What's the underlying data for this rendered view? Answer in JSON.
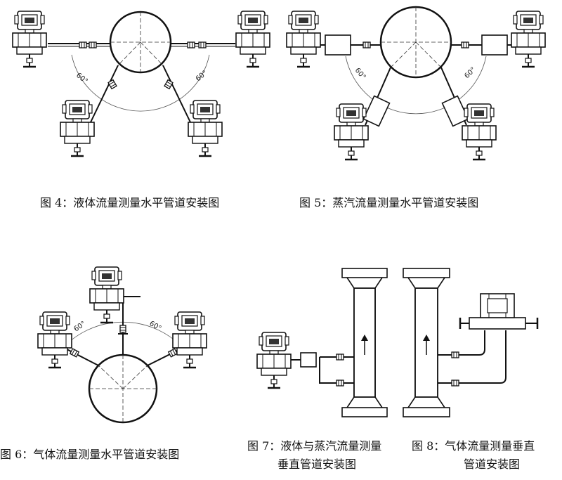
{
  "figures": [
    {
      "id": "fig4",
      "caption": "图 4：液体流量测量水平管道安装图",
      "angles": [
        "60°",
        "60°"
      ]
    },
    {
      "id": "fig5",
      "caption": "图 5：蒸汽流量测量水平管道安装图",
      "angles": [
        "60°",
        "60°"
      ]
    },
    {
      "id": "fig6",
      "caption": "图 6：气体流量测量水平管道安装图",
      "angles": [
        "60°",
        "60°"
      ]
    },
    {
      "id": "fig7",
      "caption_line1": "图 7：液体与蒸汽流量测量",
      "caption_line2": "垂直管道安装图"
    },
    {
      "id": "fig8",
      "caption_line1": "图 8：气体流量测量垂直",
      "caption_line2": "管道安装图"
    }
  ]
}
